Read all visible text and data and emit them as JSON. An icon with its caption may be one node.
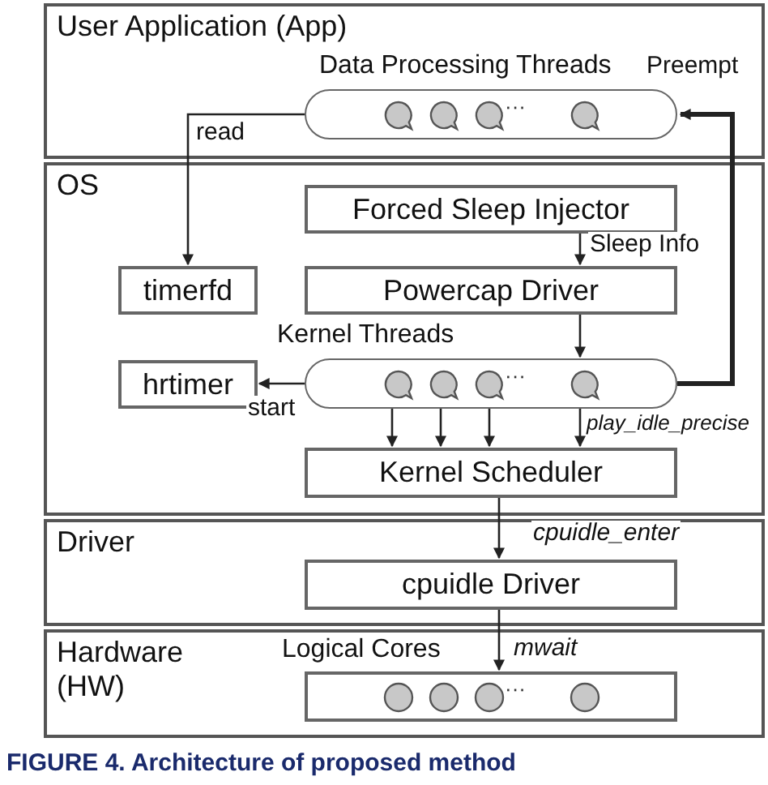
{
  "diagram": {
    "caption": "FIGURE 4. Architecture of proposed method",
    "nodes": [
      {
        "text": [
          "User Application (App)"
        ]
      },
      {
        "text": [
          "Data Processing Threads"
        ],
        "in": 0
      },
      {
        "text": [
          "OS"
        ]
      },
      {
        "text": [
          "Forced Sleep Injector"
        ],
        "in": 2
      },
      {
        "text": [
          "timerfd"
        ],
        "in": 2
      },
      {
        "text": [
          "Powercap Driver"
        ],
        "in": 2
      },
      {
        "text": [
          "hrtimer"
        ],
        "in": 2
      },
      {
        "text": [
          "Kernel Threads"
        ],
        "in": 2
      },
      {
        "text": [
          "Kernel Scheduler"
        ],
        "in": 2
      },
      {
        "text": [
          "Driver"
        ]
      },
      {
        "text": [
          "cpuidle Driver"
        ],
        "in": 9
      },
      {
        "text": [
          "Hardware (HW)"
        ]
      },
      {
        "text": [
          "Logical Cores"
        ],
        "in": 11
      }
    ],
    "edges": [
      {
        "from": 1,
        "to": 4,
        "arrow": "to",
        "label": "read"
      },
      {
        "from": 7,
        "to": 1,
        "arrow": "to",
        "label": "Preempt",
        "style": "thick"
      },
      {
        "from": 3,
        "to": 5,
        "arrow": "to",
        "label": "Sleep Info"
      },
      {
        "from": 5,
        "to": 7,
        "arrow": "to"
      },
      {
        "from": 7,
        "to": 6,
        "arrow": "to",
        "label": "start"
      },
      {
        "from": 7,
        "to": 8,
        "arrow": "to"
      },
      {
        "from": 7,
        "to": 8,
        "arrow": "to"
      },
      {
        "from": 7,
        "to": 8,
        "arrow": "to"
      },
      {
        "from": 7,
        "to": 8,
        "arrow": "to",
        "label": "play_idle_precise"
      },
      {
        "from": 8,
        "to": 10,
        "arrow": "to",
        "label": "cpuidle_enter"
      },
      {
        "from": 10,
        "to": 12,
        "arrow": "to",
        "label": "mwait"
      }
    ],
    "labels": [
      "···",
      "···",
      "···"
    ]
  }
}
